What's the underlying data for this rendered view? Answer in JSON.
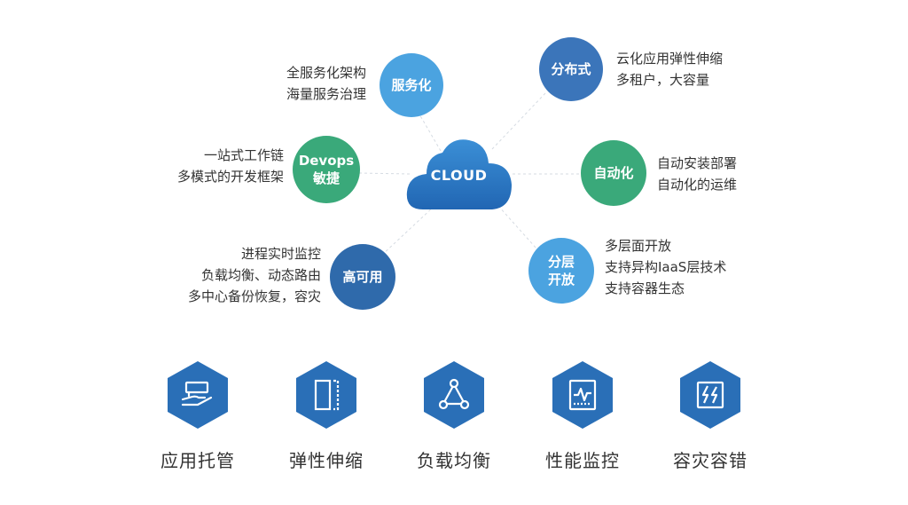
{
  "center": {
    "label": "CLOUD"
  },
  "nodes": [
    {
      "key": "fuwuhua",
      "label": [
        "服务化"
      ],
      "color": "#4ba3e0",
      "lines": [
        "全服务化架构",
        "海量服务治理"
      ]
    },
    {
      "key": "fenbushi",
      "label": [
        "分布式"
      ],
      "color": "#3b75ba",
      "lines": [
        "云化应用弹性伸缩",
        "多租户，大容量"
      ]
    },
    {
      "key": "devops",
      "label": [
        "Devops",
        "敏捷"
      ],
      "color": "#3aa97a",
      "lines": [
        "一站式工作链",
        "多模式的开发框架"
      ]
    },
    {
      "key": "zidonghua",
      "label": [
        "自动化"
      ],
      "color": "#3aa97a",
      "lines": [
        "自动安装部署",
        "自动化的运维"
      ]
    },
    {
      "key": "gaokeyong",
      "label": [
        "高可用"
      ],
      "color": "#2f6aab",
      "lines": [
        "进程实时监控",
        "负载均衡、动态路由",
        "多中心备份恢复，容灾"
      ]
    },
    {
      "key": "fenceng",
      "label": [
        "分层",
        "开放"
      ],
      "color": "#4ba3e0",
      "lines": [
        "多层面开放",
        "支持异构IaaS层技术",
        "支持容器生态"
      ]
    }
  ],
  "features": [
    {
      "label": "应用托管",
      "icon": "hand-card-icon"
    },
    {
      "label": "弹性伸缩",
      "icon": "resize-panel-icon"
    },
    {
      "label": "负载均衡",
      "icon": "network-triangle-icon"
    },
    {
      "label": "性能监控",
      "icon": "monitor-chart-icon"
    },
    {
      "label": "容灾容错",
      "icon": "lightning-box-icon"
    }
  ],
  "colors": {
    "hex": "#2a6fb7",
    "cloud_top": "#3b8fd6",
    "cloud_bottom": "#2166b3"
  }
}
